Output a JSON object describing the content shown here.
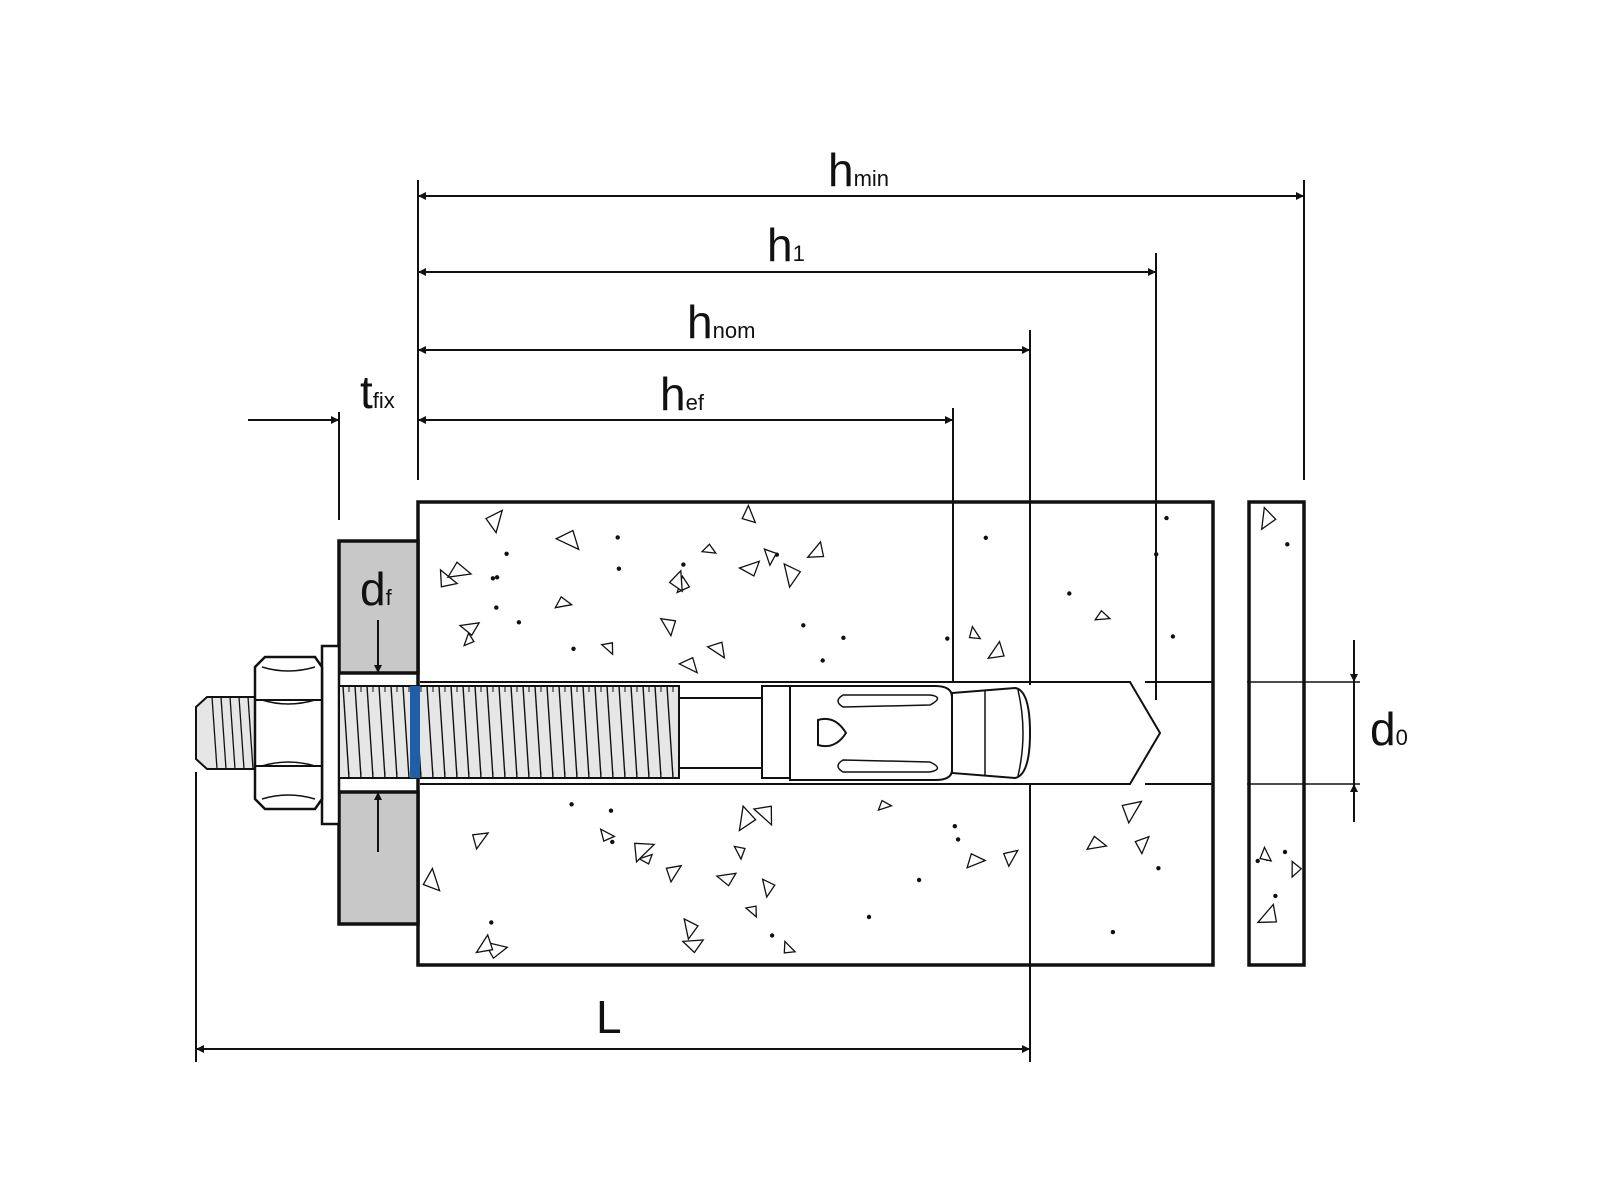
{
  "labels": {
    "h_min": {
      "main": "h",
      "sub": "min"
    },
    "h_1": {
      "main": "h",
      "sub": "1"
    },
    "h_nom": {
      "main": "h",
      "sub": "nom"
    },
    "h_ef": {
      "main": "h",
      "sub": "ef"
    },
    "t_fix": {
      "main": "t",
      "sub": "fix"
    },
    "d_f": {
      "main": "d",
      "sub": "f"
    },
    "d_0": {
      "main": "d",
      "sub": "0"
    },
    "L": {
      "main": "L"
    }
  },
  "colors": {
    "line": "#111111",
    "fixture_fill": "#c8c8c8",
    "concrete_fill": "#ffffff",
    "anchor_fill": "#e6e6e6",
    "thread_mark": "#1f5fa8"
  }
}
